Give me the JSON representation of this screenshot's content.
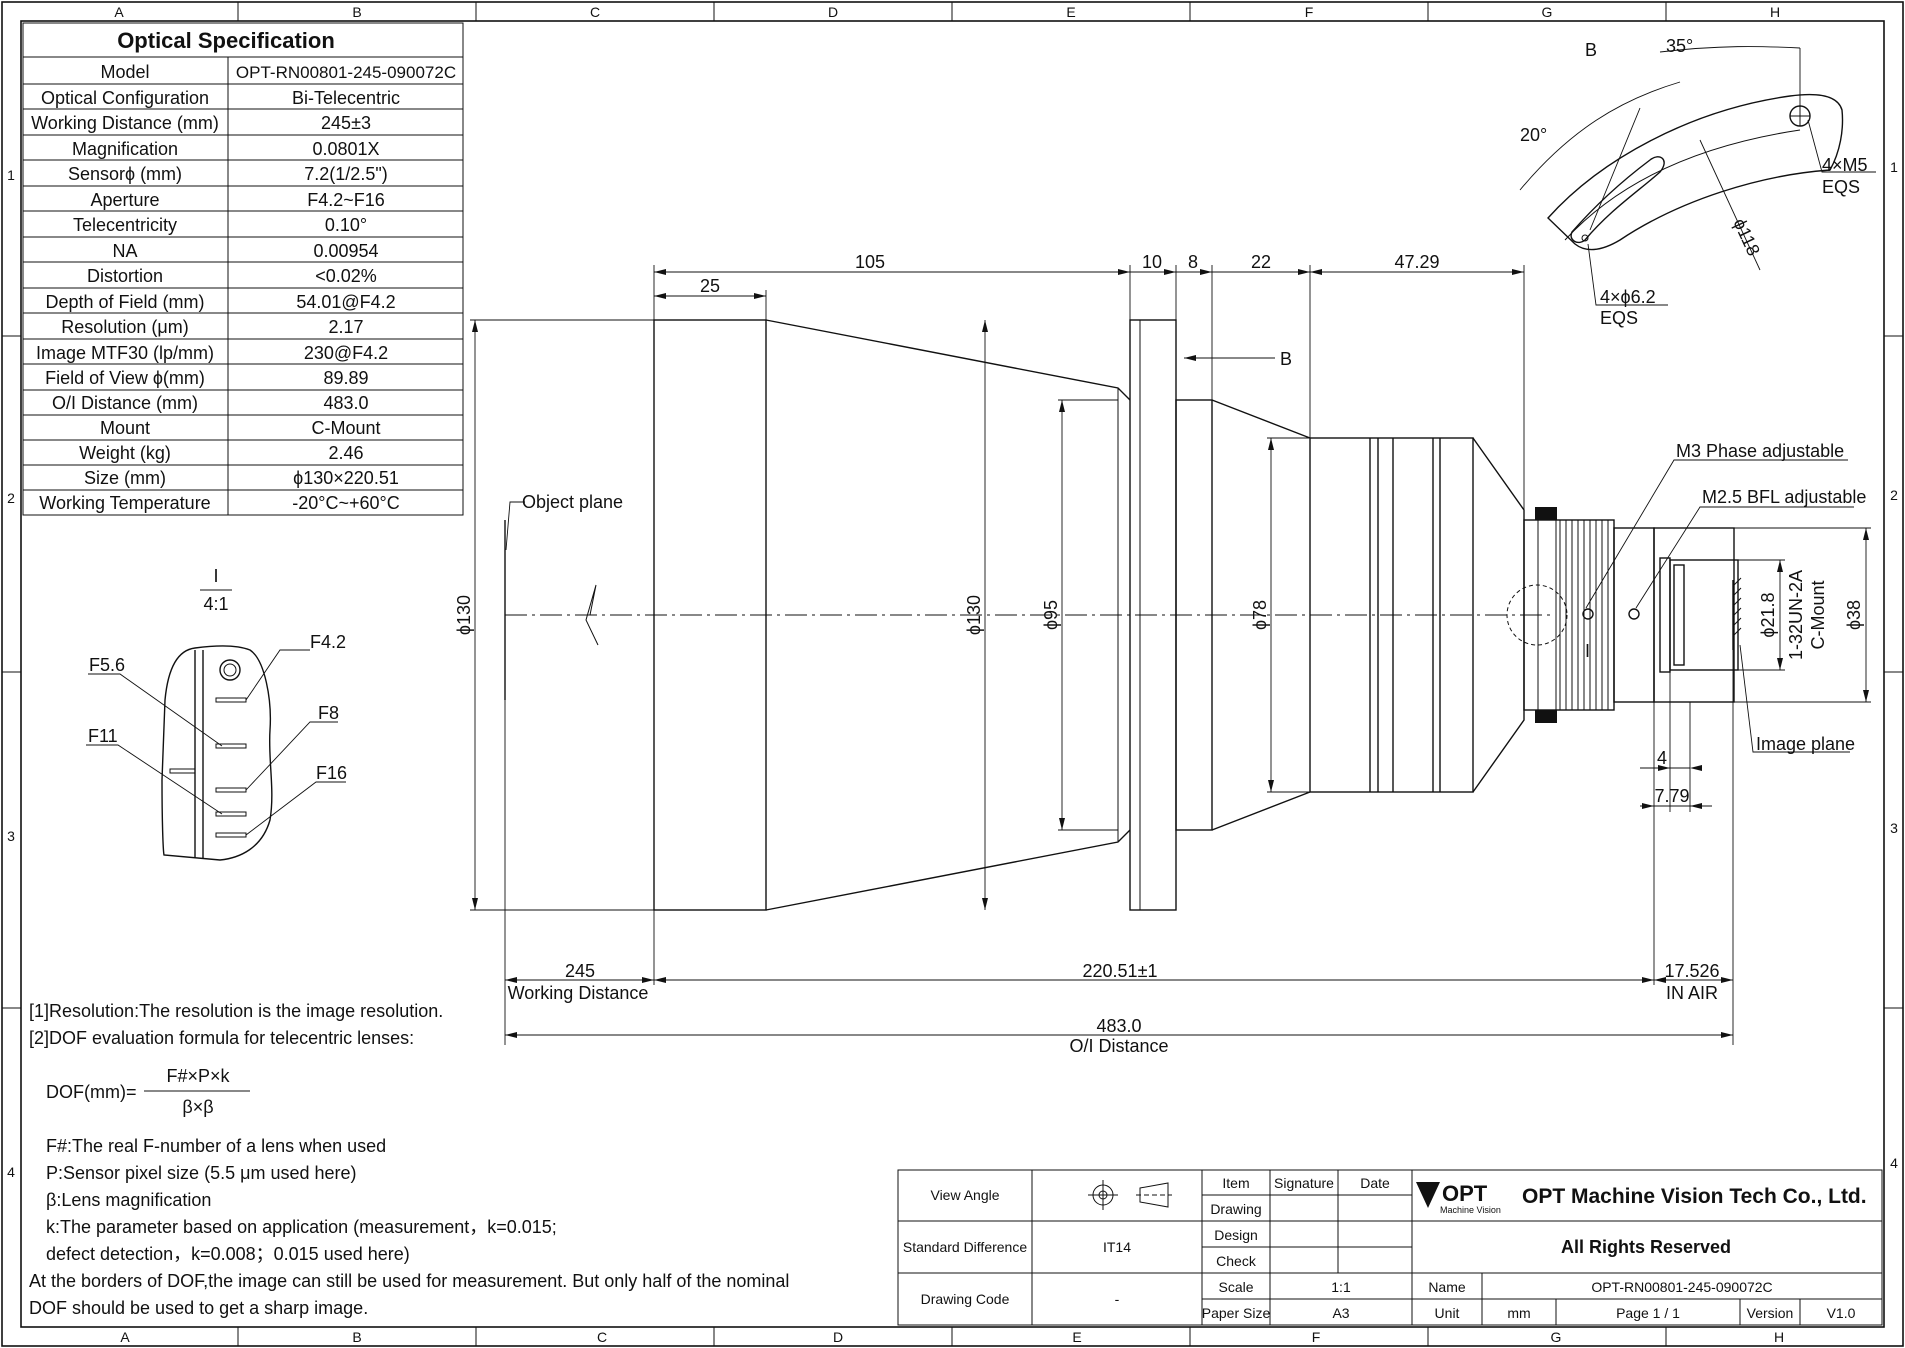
{
  "frame": {
    "cols_top": [
      "A",
      "B",
      "C",
      "D",
      "E",
      "F",
      "G",
      "H"
    ],
    "cols_bottom": [
      "A",
      "B",
      "C",
      "D",
      "E",
      "F",
      "G",
      "H"
    ],
    "rows": [
      "1",
      "2",
      "3",
      "4"
    ]
  },
  "spec": {
    "title": "Optical Specification",
    "rows": [
      {
        "label": "Model",
        "value": "OPT-RN00801-245-090072C"
      },
      {
        "label": "Optical Configuration",
        "value": "Bi-Telecentric"
      },
      {
        "label": "Working Distance (mm)",
        "value": "245±3"
      },
      {
        "label": "Magnification",
        "value": "0.0801X"
      },
      {
        "label": "Sensorϕ (mm)",
        "value": "7.2(1/2.5\")"
      },
      {
        "label": "Aperture",
        "value": "F4.2~F16"
      },
      {
        "label": "Telecentricity",
        "value": "0.10°"
      },
      {
        "label": "NA",
        "value": "0.00954"
      },
      {
        "label": "Distortion",
        "value": "<0.02%"
      },
      {
        "label": "Depth of Field (mm)",
        "value": "54.01@F4.2"
      },
      {
        "label": "Resolution (μm)",
        "value": "2.17"
      },
      {
        "label": "Image MTF30 (lp/mm)",
        "value": "230@F4.2"
      },
      {
        "label": "Field of View ϕ(mm)",
        "value": "89.89"
      },
      {
        "label": "O/I Distance (mm)",
        "value": "483.0"
      },
      {
        "label": "Mount",
        "value": "C-Mount"
      },
      {
        "label": "Weight (kg)",
        "value": "2.46"
      },
      {
        "label": "Size (mm)",
        "value": "ϕ130×220.51"
      },
      {
        "label": "Working Temperature",
        "value": "-20°C~+60°C"
      }
    ]
  },
  "aperture_detail": {
    "view": "I",
    "scale": "4:1",
    "labels": [
      "F4.2",
      "F5.6",
      "F8",
      "F11",
      "F16"
    ]
  },
  "view_b": {
    "label": "B",
    "angle_35": "35°",
    "angle_20": "20°",
    "screw": "4×M5",
    "screw_eqs": "EQS",
    "hole": "4×ϕ6.2",
    "hole_eqs": "EQS",
    "diameter": "ϕ118"
  },
  "dims": {
    "d105": "105",
    "d25": "25",
    "d10": "10",
    "d8": "8",
    "d22": "22",
    "d4729": "47.29",
    "b_arrow": "B",
    "phi130_left": "ϕ130",
    "phi130_mid": "ϕ130",
    "phi95": "ϕ95",
    "phi78": "ϕ78",
    "phi218": "ϕ21.8",
    "phi38": "ϕ38",
    "thread": "1-32UN-2A",
    "cmount": "C-Mount",
    "d4": "4",
    "d779": "7.79",
    "wd_value": "245",
    "wd_label": "Working Distance",
    "len_value": "220.51±1",
    "bfl_value": "17.526",
    "bfl_label": "IN AIR",
    "oi_value": "483.0",
    "oi_label": "O/I Distance",
    "view_i": "I"
  },
  "callouts": {
    "object_plane": "Object plane",
    "image_plane": "Image plane",
    "m3": "M3 Phase adjustable",
    "m25": "M2.5 BFL adjustable"
  },
  "notes": {
    "n1": "[1]Resolution:The resolution is  the image resolution.",
    "n2": "[2]DOF evaluation formula for telecentric lenses:",
    "dof_lhs": "DOF(mm)=",
    "dof_num": "F#×P×k",
    "dof_den": "β×β",
    "f": "F#:The real F-number of a lens when used",
    "p": "P:Sensor pixel size (5.5 μm used here)",
    "b": "β:Lens magnification",
    "k1": "k:The parameter based on application (measurement，k=0.015;",
    "k2": "defect detection，k=0.008；0.015 used here)",
    "l1": "At the borders of DOF,the image can still be used for measurement. But only half of the nominal",
    "l2": "DOF should be used to get a sharp image."
  },
  "title_block": {
    "view_angle": "View Angle",
    "standard_difference": "Standard Difference",
    "std_value": "IT14",
    "drawing_code": "Drawing Code",
    "code_value": "-",
    "item": "Item",
    "signature": "Signature",
    "date": "Date",
    "drawing": "Drawing",
    "design": "Design",
    "check": "Check",
    "scale": "Scale",
    "scale_value": "1:1",
    "paper_size": "Paper Size",
    "paper_value": "A3",
    "logo": "OPT",
    "logo_sub": "Machine Vision",
    "company": "OPT Machine Vision Tech Co., Ltd.",
    "rights": "All Rights Reserved",
    "name": "Name",
    "name_value": "OPT-RN00801-245-090072C",
    "unit": "Unit",
    "unit_value": "mm",
    "page": "Page  1 / 1",
    "version": "Version",
    "version_value": "V1.0"
  }
}
